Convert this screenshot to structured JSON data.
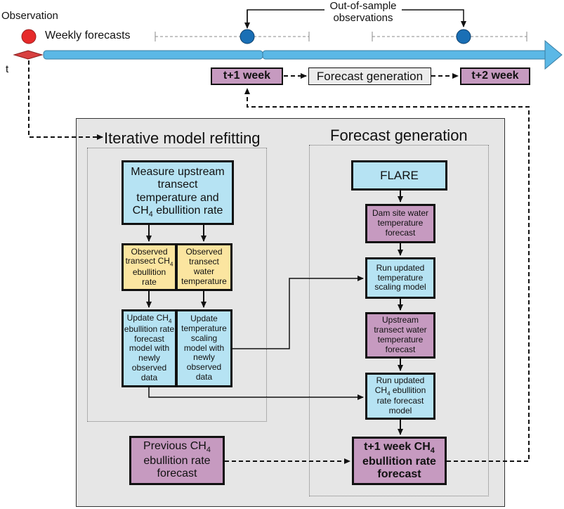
{
  "timeline": {
    "observation_label": "Observation",
    "weekly_forecasts_label": "Weekly forecasts",
    "out_of_sample_label_line1": "Out-of-sample",
    "out_of_sample_label_line2": "observations",
    "t_label": "t",
    "week1_label": "t+1 week",
    "forecast_generation_label": "Forecast generation",
    "week2_label": "t+2 week"
  },
  "panels": {
    "refitting_title": "Iterative model refitting",
    "forecast_title": "Forecast generation"
  },
  "refitting": {
    "measure_line1": "Measure upstream",
    "measure_line2": "transect",
    "measure_line3": "temperature and",
    "measure_line4a": "CH",
    "measure_line4sub": "4",
    "measure_line4b": " ebullition rate",
    "obs_ch4_line1": "Observed",
    "obs_ch4_line2a": "transect CH",
    "obs_ch4_line2sub": "4",
    "obs_ch4_line3": "ebullition",
    "obs_ch4_line4": "rate",
    "obs_temp_line1": "Observed",
    "obs_temp_line2": "transect",
    "obs_temp_line3": "water",
    "obs_temp_line4": "temperature",
    "update_ch4_line1a": "Update CH",
    "update_ch4_line1sub": "4",
    "update_ch4_line2": "ebullition rate",
    "update_ch4_line3": "forecast",
    "update_ch4_line4": "model with",
    "update_ch4_line5": "newly",
    "update_ch4_line6": "observed",
    "update_ch4_line7": "data",
    "update_temp_line1": "Update",
    "update_temp_line2": "temperature",
    "update_temp_line3": "scaling",
    "update_temp_line4": "model with",
    "update_temp_line5": "newly",
    "update_temp_line6": "observed",
    "update_temp_line7": "data",
    "previous_line1a": "Previous CH",
    "previous_line1sub": "4",
    "previous_line2": "ebullition rate",
    "previous_line3": "forecast"
  },
  "forecast": {
    "flare": "FLARE",
    "dam_line1": "Dam site water",
    "dam_line2": "temperature",
    "dam_line3": "forecast",
    "run_temp_line1": "Run updated",
    "run_temp_line2": "temperature",
    "run_temp_line3": "scaling model",
    "upstream_line1": "Upstream",
    "upstream_line2": "transect water",
    "upstream_line3": "temperature",
    "upstream_line4": "forecast",
    "run_ch4_line1": "Run updated",
    "run_ch4_line2a": "CH",
    "run_ch4_line2sub": "4",
    "run_ch4_line2b": " ebullition",
    "run_ch4_line3": "rate forecast",
    "run_ch4_line4": "model",
    "final_line1a": "t+1 week CH",
    "final_line1sub": "4",
    "final_line2": "ebullition rate",
    "final_line3": "forecast"
  },
  "colors": {
    "blue_box": "#b6e3f3",
    "purple_box": "#c69ac0",
    "yellow_box": "#fbe5a0",
    "timeline_bar": "#5bb8e6",
    "observation_dot": "#e62a2a",
    "sample_dot": "#1a6fb5",
    "panel_bg": "#e6e6e6"
  }
}
